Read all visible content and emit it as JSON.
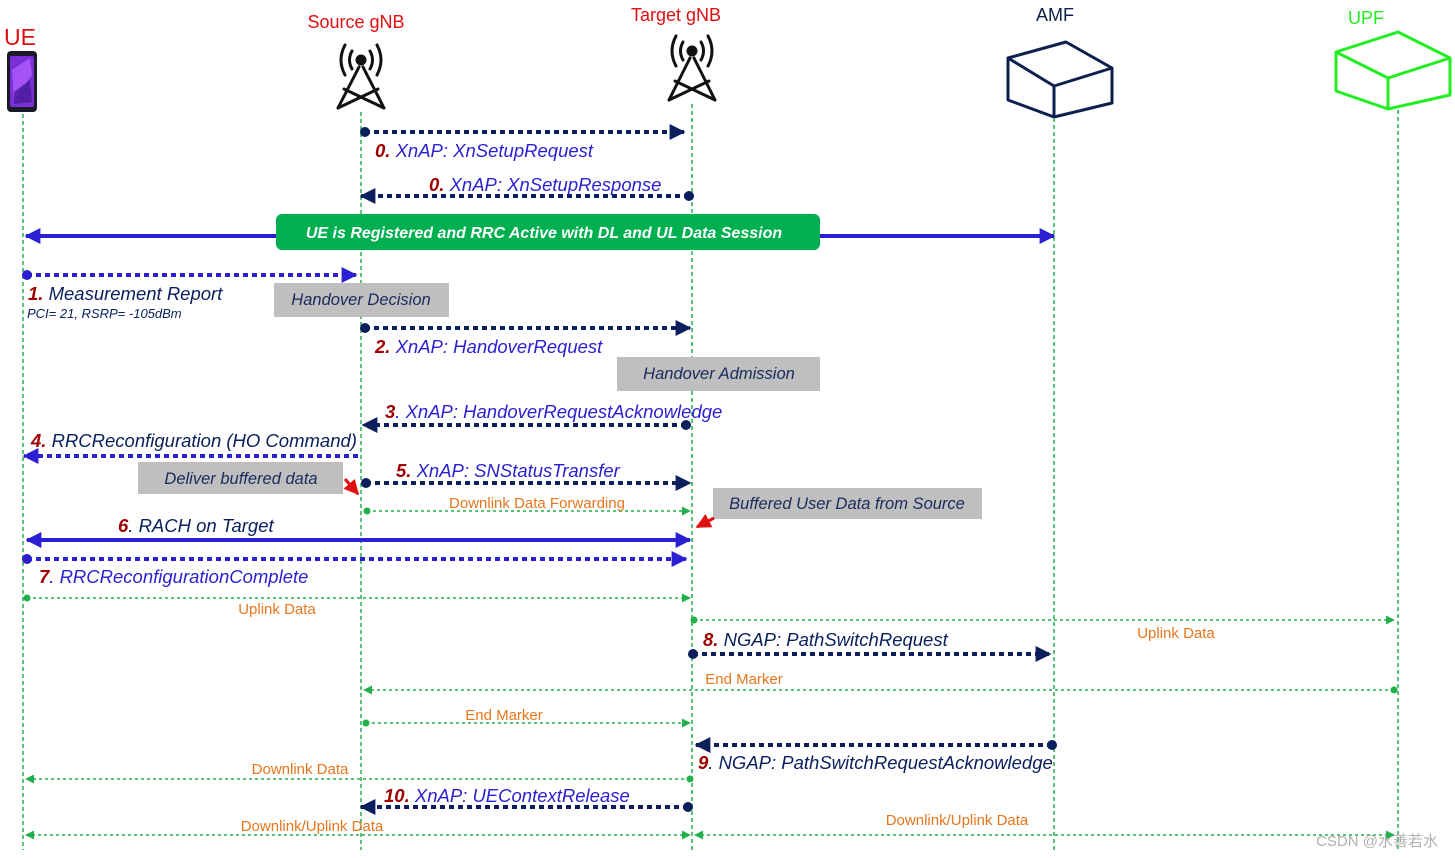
{
  "entities": {
    "ue": "UE",
    "source": "Source gNB",
    "target": "Target gNB",
    "amf": "AMF",
    "upf": "UPF"
  },
  "banner": "UE is Registered and RRC Active with DL and UL Data Session",
  "boxes": {
    "handover_decision": "Handover Decision",
    "handover_admission": "Handover Admission",
    "deliver_buffered": "Deliver buffered data",
    "buffered_user_data": "Buffered User Data from Source"
  },
  "messages": {
    "m0a": {
      "num": "0.",
      "text": " XnAP: XnSetupRequest"
    },
    "m0b": {
      "num": "0.",
      "text": " XnAP: XnSetupResponse"
    },
    "m1": {
      "num": "1.",
      "text": " Measurement Report",
      "sub": "PCI= 21, RSRP= -105dBm"
    },
    "m2": {
      "num": "2.",
      "text": " XnAP: HandoverRequest"
    },
    "m3": {
      "num": "3",
      "text": ". XnAP: HandoverRequestAcknowledge"
    },
    "m4": {
      "num": "4.",
      "text": " RRCReconfiguration (HO Command)"
    },
    "m5": {
      "num": "5.",
      "text": " XnAP: SNStatusTransfer"
    },
    "m6": {
      "num": "6",
      "text": ". RACH on Target"
    },
    "m7": {
      "num": "7",
      "text": ". RRCReconfigurationComplete"
    },
    "m8": {
      "num": "8.",
      "text": " NGAP: PathSwitchRequest"
    },
    "m9": {
      "num": "9",
      "text": ". NGAP: PathSwitchRequestAcknowledge"
    },
    "m10": {
      "num": "10.",
      "text": " XnAP: UEContextRelease"
    }
  },
  "flows": {
    "dl_forwarding": "Downlink Data Forwarding",
    "uplink_ue_target": "Uplink Data",
    "uplink_target_upf": "Uplink Data",
    "end_marker_upf_source": "End Marker",
    "end_marker_source_target": "End Marker",
    "downlink_target_ue": "Downlink Data",
    "dl_ul_ue_target": "Downlink/Uplink Data",
    "dl_ul_target_upf": "Downlink/Uplink Data"
  },
  "watermark": "CSDN @水善若水",
  "colors": {
    "entity_red": "#e01010",
    "entity_navy": "#0d1f4f",
    "upf_green": "#22ee22",
    "lifeline_green": "#22b04c",
    "msg_blue": "#2a1fd1",
    "msg_navy": "#0a1f5c",
    "num_red": "#a00000",
    "flow_orange": "#e8761c",
    "banner_green": "#00b050",
    "box_gray": "#bfbfbf"
  },
  "icons": {
    "ue": "smartphone-icon",
    "source": "cell-tower-icon",
    "target": "cell-tower-icon",
    "amf": "cube-icon",
    "upf": "cube-icon"
  }
}
